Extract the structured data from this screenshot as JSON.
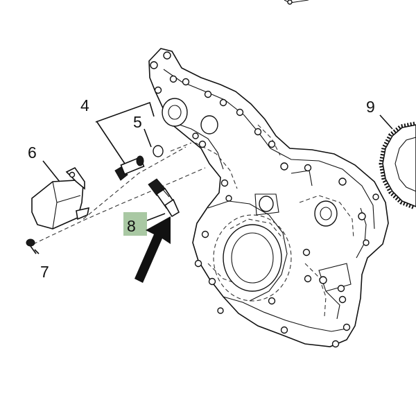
{
  "diagram": {
    "callouts": {
      "c4": "4",
      "c5": "5",
      "c6": "6",
      "c7": "7",
      "c8": "8",
      "c9": "9"
    },
    "colors": {
      "highlight": "#a9c8a3",
      "line": "#111111",
      "arrow": "#111111"
    },
    "highlighted_callout": "8",
    "icons": [
      "pointer-arrow-icon"
    ]
  }
}
